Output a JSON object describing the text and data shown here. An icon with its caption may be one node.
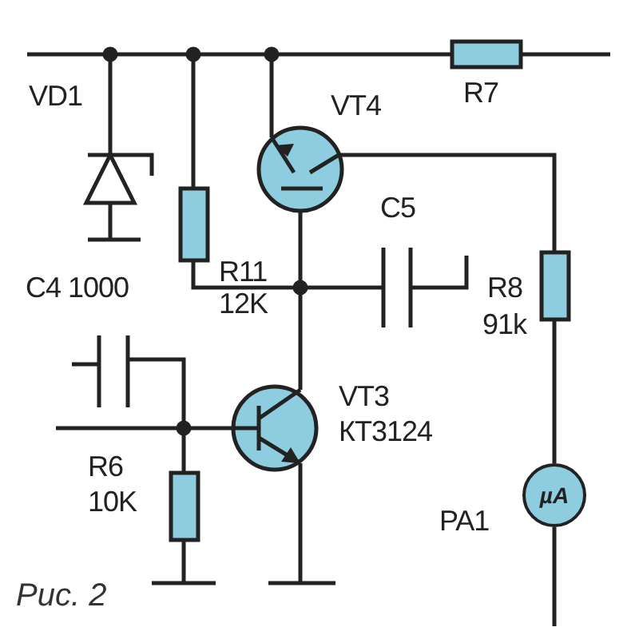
{
  "diagram": {
    "caption": "Рис. 2",
    "nodes": [
      {
        "text": [
          "µA"
        ],
        "beside": [
          "PA1"
        ]
      }
    ],
    "labels": [
      "VD1",
      "R7",
      "VT4",
      "C5",
      "R11",
      "12K",
      "C4 1000",
      "R8",
      "91k",
      "VT3",
      "КТ3124",
      "R6",
      "10K"
    ]
  }
}
